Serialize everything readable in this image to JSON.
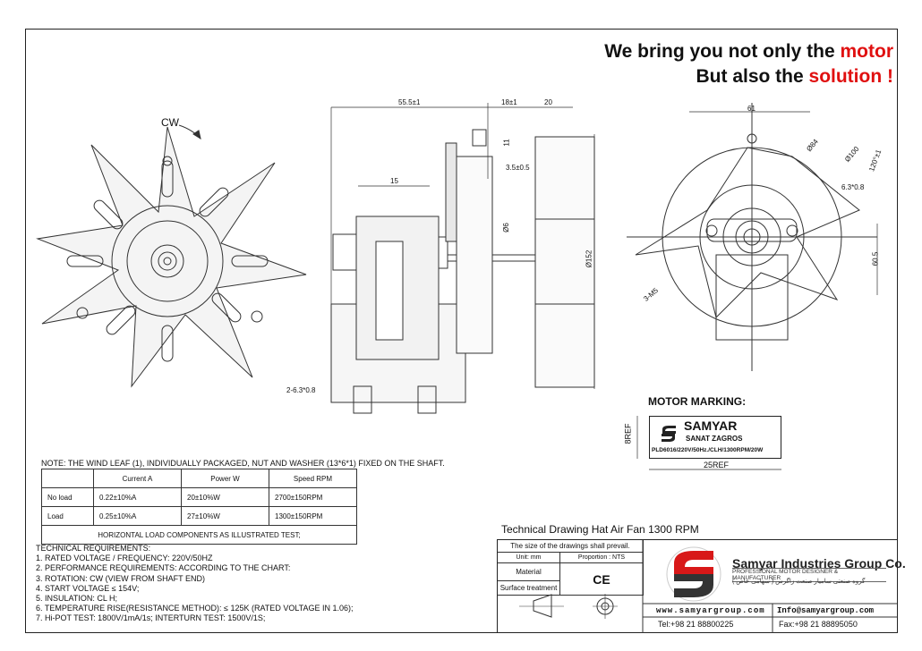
{
  "slogan": {
    "line1_pre": "We bring you not only the ",
    "line1_hl": "motor",
    "line2_pre": "But also the ",
    "line2_hl": "solution !"
  },
  "colors": {
    "accent": "#e01010",
    "ink": "#222222"
  },
  "drawing": {
    "rotation_label": "CW",
    "dims_side": {
      "length": "55.5±1",
      "d18": "18±1",
      "d20": "20",
      "d11": "11",
      "d35": "3.5±0.5",
      "d15": "15",
      "shaft": "Ø6",
      "diameter": "Ø152",
      "holes": "2-6.3*0.8"
    },
    "dims_right": {
      "d61": "61",
      "d84": "Ø84",
      "d100": "Ø100",
      "angle": "120°±1",
      "tab": "6.3*0.8",
      "d605": "60.5",
      "thread": "3-M5"
    }
  },
  "marking": {
    "title": "MOTOR MARKING:",
    "brand": "SAMYAR",
    "sub": "SANAT ZAGROS",
    "code": "PLD6016/220V/50Hz./CLH/1300RPM/20W",
    "height": "8REF",
    "width": "25REF"
  },
  "note": "NOTE: THE WIND LEAF (1),  INDIVIDUALLY PACKAGED, NUT AND WASHER (13*6*1) FIXED ON THE SHAFT.",
  "perf_table": {
    "headers": [
      "",
      "Current A",
      "Power W",
      "Speed RPM"
    ],
    "rows": [
      [
        "No load",
        "0.22±10%A",
        "20±10%W",
        "2700±150RPM"
      ],
      [
        "Load",
        "0.25±10%A",
        "27±10%W",
        "1300±150RPM"
      ]
    ],
    "footer": "HORIZONTAL LOAD COMPONENTS AS ILLUSTRATED TEST;"
  },
  "requirements": [
    "TECHNICAL REQUIREMENTS:",
    "1. RATED VOLTAGE / FREQUENCY: 220V/50HZ",
    "2. PERFORMANCE REQUIREMENTS: ACCORDING TO THE CHART:",
    "3. ROTATION: CW (VIEW FROM SHAFT END)",
    "4. START VOLTAGE ≤ 154V;",
    "5. INSULATION: CL H;",
    "6. TEMPERATURE RISE(RESISTANCE METHOD): ≤ 125K (RATED VOLTAGE IN 1.06);",
    "7. Hi-POT TEST: 1800V/1mA/1s; INTERTURN TEST: 1500V/1S;"
  ],
  "title_block": {
    "title": "Technical Drawing Hat Air Fan 1300 RPM",
    "size_note": "The size of the drawings shall prevail.",
    "unit": "Unit: mm",
    "proportion": "Proportion : NTS",
    "material": "Material",
    "surface": "Surface treatment",
    "ce": "CE"
  },
  "company": {
    "name": "Samyar Industries Group Co.",
    "tagline": "PROFESSIONAL MOTOR DESIGNER & MANUFACTURER",
    "tagline_fa": "گروه صنعتی سامیار صنعت زاگرس ( سهامی خاص )",
    "web": "www.samyargroup.com",
    "email": "Info@samyargroup.com",
    "tel": "Tel:+98 21 88800225",
    "fax": "Fax:+98 21 88895050"
  }
}
